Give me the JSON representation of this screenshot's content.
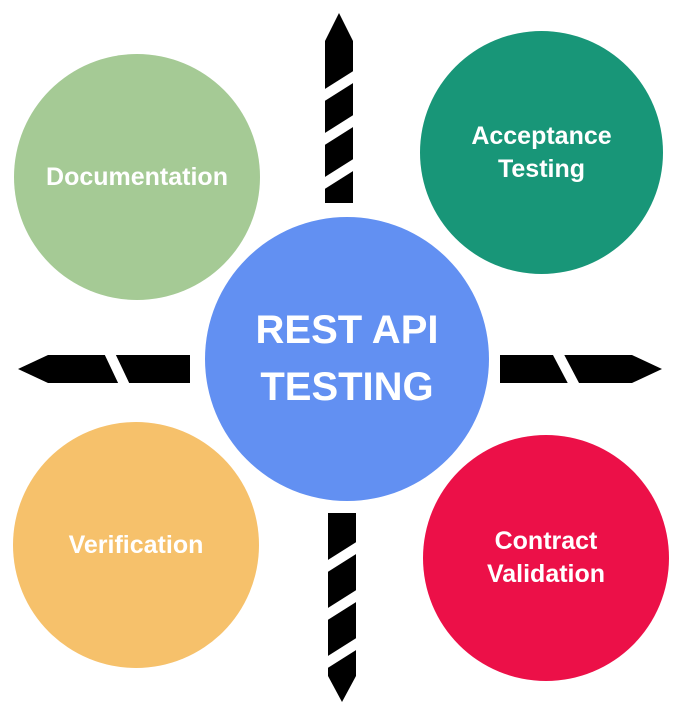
{
  "background_color": "#FFFFFF",
  "arrow_color": "#000000",
  "text_color": "#FFFFFF",
  "center_node": {
    "line1": "REST API",
    "line2": "TESTING",
    "color": "#6290F2"
  },
  "nodes": {
    "documentation": {
      "label": "Documentation",
      "color": "#A5CA95"
    },
    "acceptance_testing": {
      "line1": "Acceptance",
      "line2": "Testing",
      "color": "#189678"
    },
    "verification": {
      "label": "Verification",
      "color": "#F6C16B"
    },
    "contract_validation": {
      "line1": "Contract",
      "line2": "Validation",
      "color": "#EC1048"
    }
  },
  "icons": {
    "arrow_up": "dashed-arrow-up",
    "arrow_down": "dashed-arrow-down",
    "arrow_left": "dashed-arrow-left",
    "arrow_right": "dashed-arrow-right"
  }
}
